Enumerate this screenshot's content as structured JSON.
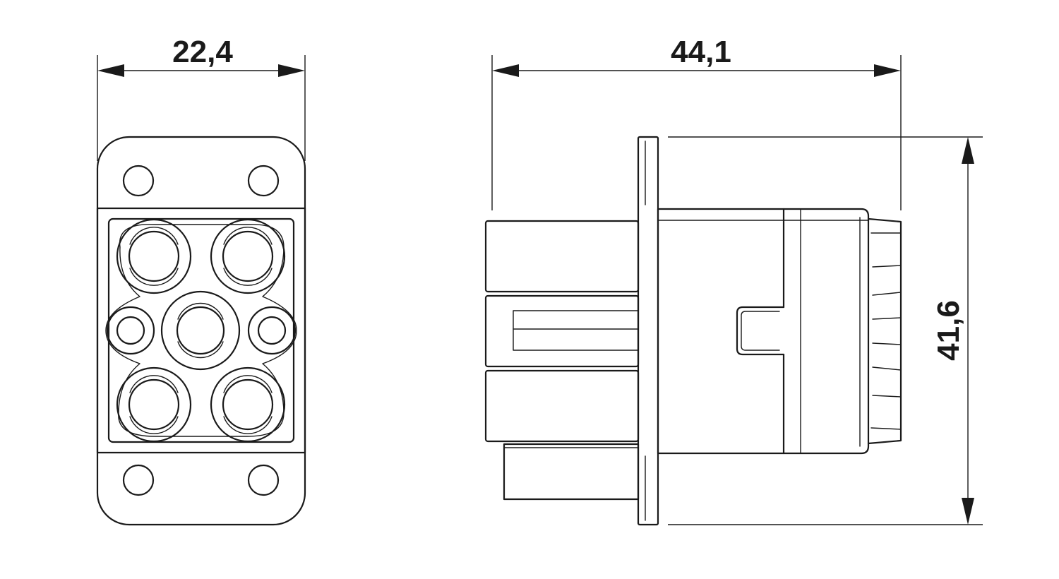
{
  "dimensions": {
    "front_width": "22,4",
    "side_length": "44,1",
    "side_height": "41,6"
  },
  "colors": {
    "line": "#1a1a1a",
    "background": "#ffffff"
  }
}
